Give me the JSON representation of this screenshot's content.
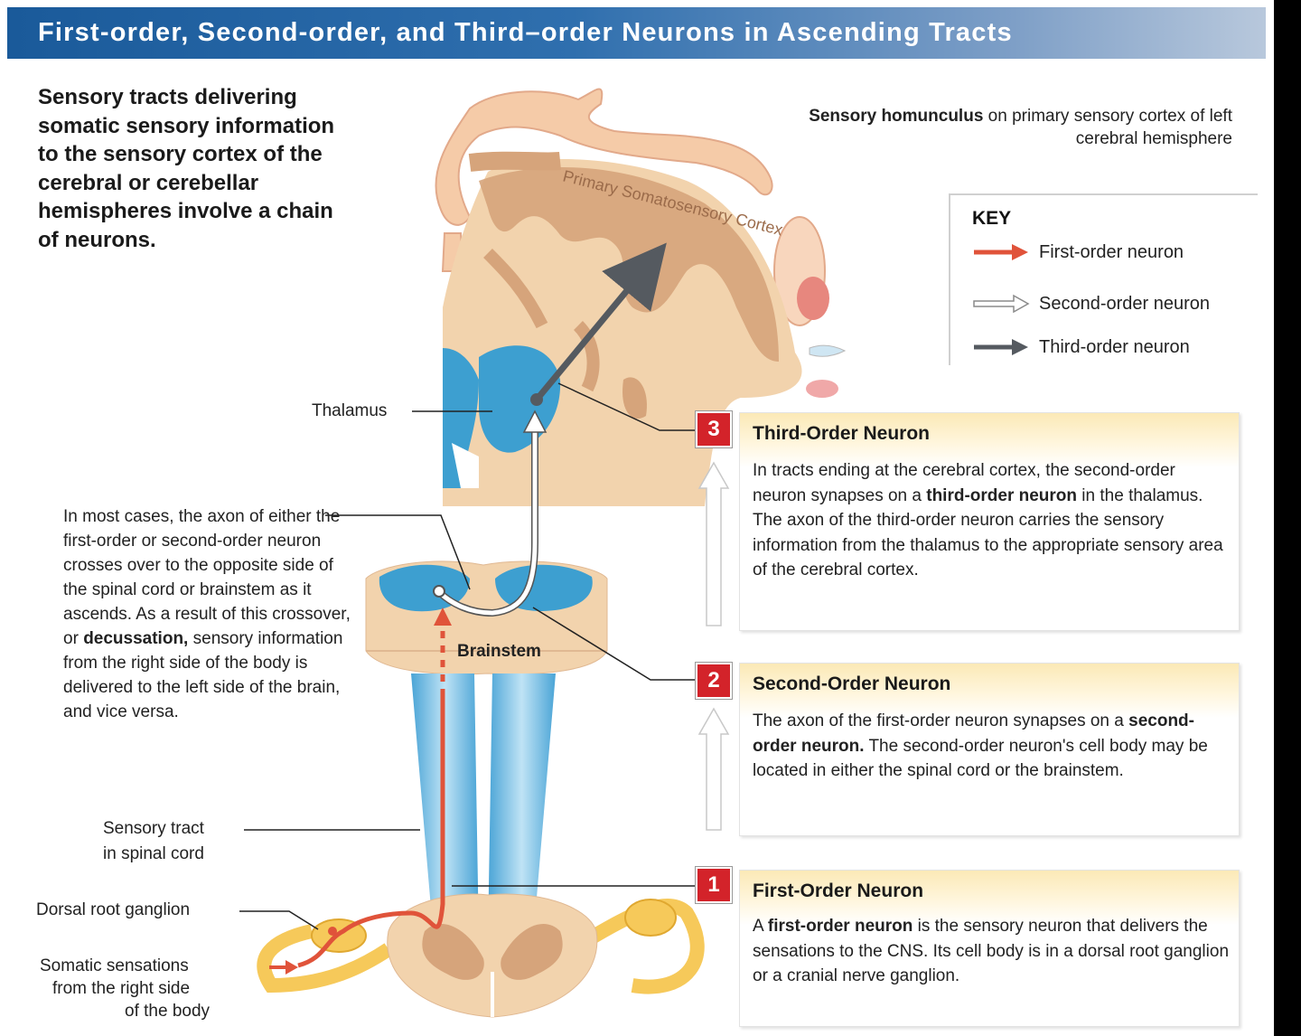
{
  "title": "First-order, Second-order, and Third–order Neurons in Ascending Tracts",
  "intro_text": "Sensory tracts delivering somatic sensory information to the sensory cortex of the cerebral or cerebellar hemispheres involve a chain of neurons.",
  "homunculus_caption": {
    "bold": "Sensory homunculus",
    "rest": " on primary sensory cortex of left cerebral hemisphere"
  },
  "cortex_label": "Primary Somatosensory Cortex",
  "key": {
    "title": "KEY",
    "items": [
      {
        "label": "First-order neuron",
        "color": "#e0533a"
      },
      {
        "label": "Second-order neuron",
        "color": "#ffffff"
      },
      {
        "label": "Third-order neuron",
        "color": "#555a60"
      }
    ]
  },
  "labels": {
    "thalamus": "Thalamus",
    "brainstem": "Brainstem",
    "sensory_tract_line1": "Sensory tract",
    "sensory_tract_line2": "in spinal cord",
    "dorsal_root_ganglion": "Dorsal root ganglion",
    "somatic_line1": "Somatic sensations",
    "somatic_line2": "from the right side",
    "somatic_line3": "of the body"
  },
  "decussation": {
    "before": "In most cases, the axon of either the first-order or second-order neuron crosses over to the opposite side of the spinal cord or brainstem as it ascends. As a result of this crossover, or ",
    "bold": "decussation,",
    "after": " sensory information from the right side of the body is delivered to the left side of the brain, and vice versa."
  },
  "steps": [
    {
      "number": "3",
      "title": "Third-Order Neuron",
      "text_before": "In tracts ending at the cerebral cortex, the second-order neuron synapses on a ",
      "text_bold": "third-order neuron",
      "text_after": " in the thalamus. The axon of the third-order neuron carries the sensory information from the thalamus to the appropriate sensory area of the cerebral cortex."
    },
    {
      "number": "2",
      "title": "Second-Order Neuron",
      "text_before": "The axon of the first-order neuron synapses on a ",
      "text_bold": "second-order neuron.",
      "text_after": " The second-order neuron's cell body may be located in either the spinal cord or the brainstem."
    },
    {
      "number": "1",
      "title": "First-Order Neuron",
      "text_before": "A ",
      "text_bold": "first-order neuron",
      "text_after": " is the sensory neuron that delivers the sensations to the CNS. Its cell body is in a dorsal root ganglion or a cranial nerve ganglion."
    }
  ],
  "colors": {
    "tissue": "#f2d3ad",
    "gray_matter": "#d6a47b",
    "tract_blue": "#6fb6de",
    "nucleus_blue": "#3d9fd0",
    "first_order": "#e0533a",
    "third_order": "#555a60",
    "badge": "#d3232a",
    "nerve": "#f6c95a"
  }
}
